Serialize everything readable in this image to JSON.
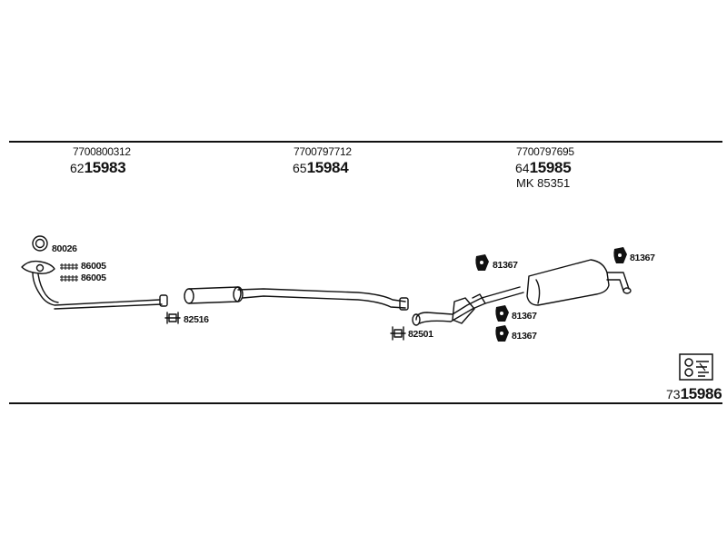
{
  "header": {
    "groups": [
      {
        "oem": "7700800312",
        "prefix": "62",
        "number": "15983"
      },
      {
        "oem": "7700797712",
        "prefix": "65",
        "number": "15984"
      },
      {
        "oem": "7700797695",
        "prefix": "64",
        "number": "15985",
        "mk": "MK  85351"
      }
    ]
  },
  "parts": {
    "gasket_ring": "80026",
    "bolt_a": "86005",
    "bolt_b": "86005",
    "clamp_front": "82516",
    "clamp_rear": "82501",
    "hanger_mid": "81367",
    "hanger_rear": "81367",
    "hanger_low1": "81367",
    "hanger_low2": "81367"
  },
  "footer": {
    "prefix": "73",
    "number": "15986",
    "icon": "assembly-kit-icon"
  }
}
